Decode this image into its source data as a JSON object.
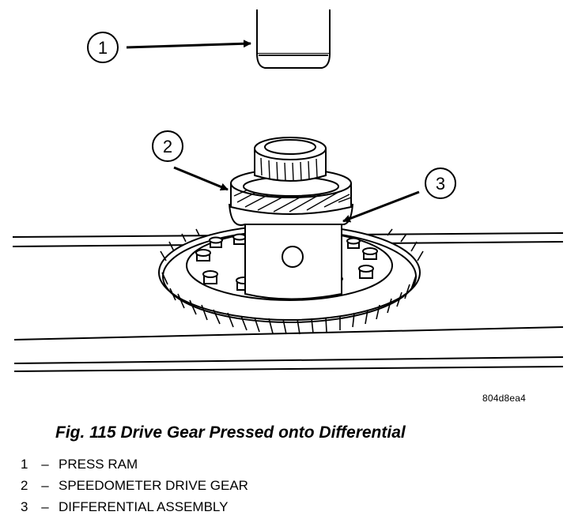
{
  "callouts": [
    "1",
    "2",
    "3"
  ],
  "figure_id": "804d8ea4",
  "caption": "Fig. 115 Drive Gear Pressed onto Differential",
  "legend": [
    {
      "num": "1",
      "sep": "–",
      "label": "PRESS RAM"
    },
    {
      "num": "2",
      "sep": "–",
      "label": "SPEEDOMETER DRIVE GEAR"
    },
    {
      "num": "3",
      "sep": "–",
      "label": "DIFFERENTIAL ASSEMBLY"
    }
  ]
}
